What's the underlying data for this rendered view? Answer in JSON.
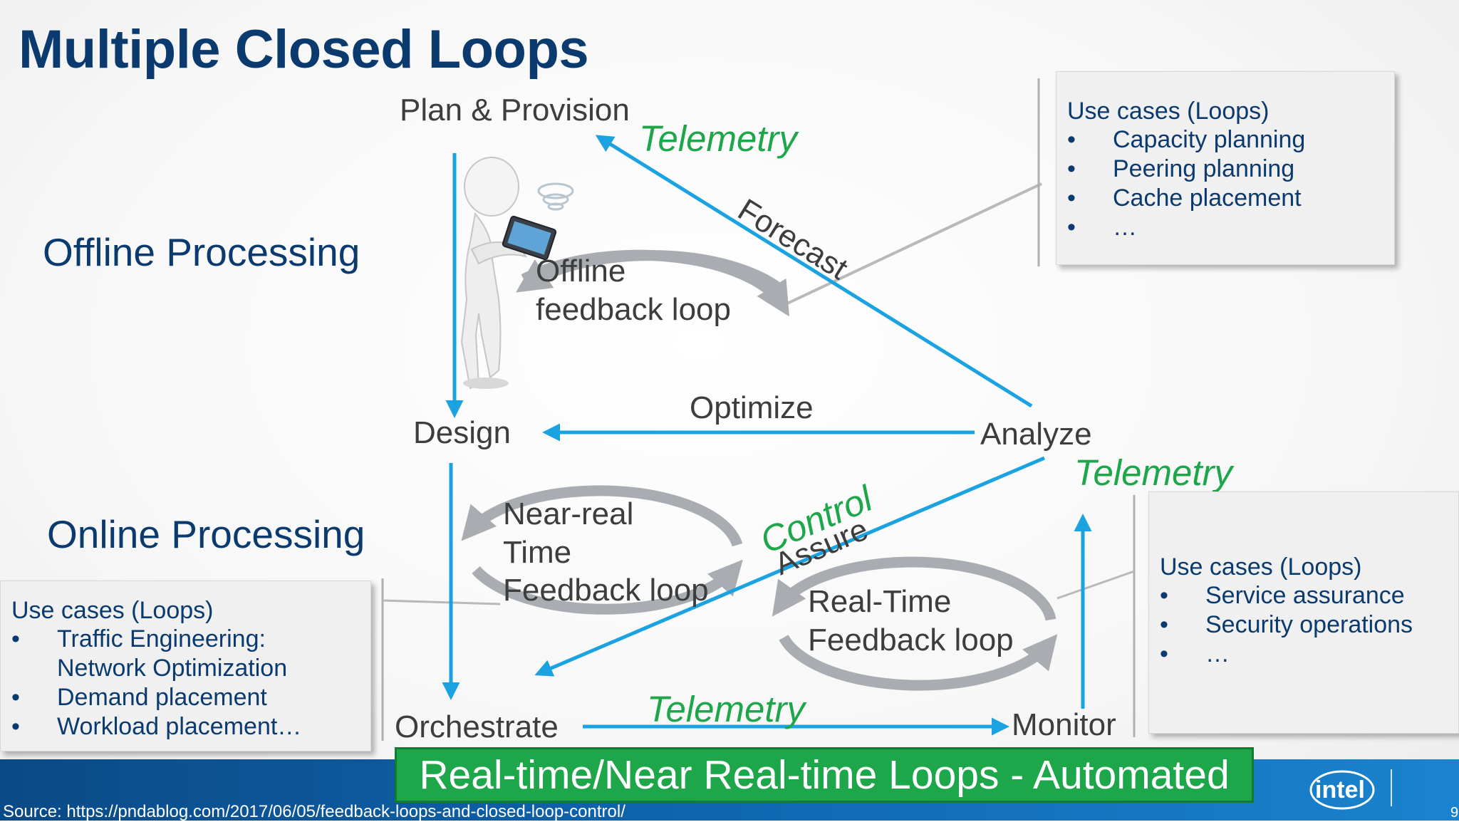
{
  "slide": {
    "title": "Multiple Closed Loops",
    "sections": {
      "offline": "Offline Processing",
      "online": "Online Processing"
    },
    "nodes": {
      "plan_provision": "Plan & Provision",
      "design": "Design",
      "analyze": "Analyze",
      "orchestrate": "Orchestrate",
      "monitor": "Monitor"
    },
    "edge_labels": {
      "telemetry_top": "Telemetry",
      "forecast": "Forecast",
      "optimize": "Optimize",
      "telemetry_right": "Telemetry",
      "control": "Control",
      "assure": "Assure",
      "telemetry_bottom": "Telemetry"
    },
    "loops": {
      "offline": [
        "Offline",
        "feedback loop"
      ],
      "near_real_time": [
        "Near-real",
        "Time",
        "Feedback loop"
      ],
      "real_time": [
        "Real-Time",
        "Feedback loop"
      ]
    },
    "use_cases": {
      "offline": {
        "title": "Use cases (Loops)",
        "items": [
          "Capacity planning",
          "Peering planning",
          "Cache placement",
          "…"
        ]
      },
      "online_left": {
        "title": "Use cases (Loops)",
        "items": [
          [
            "Traffic Engineering:",
            "Network Optimization"
          ],
          [
            "Demand placement"
          ],
          [
            "Workload placement…"
          ]
        ]
      },
      "online_right": {
        "title": "Use cases (Loops)",
        "items": [
          "Service assurance",
          "Security operations",
          "…"
        ]
      }
    },
    "bullet_char": "•",
    "banner": "Real-time/Near Real-time Loops - Automated",
    "source": "Source: https://pndablog.com/2017/06/05/feedback-loops-and-closed-loop-control/",
    "logo": "intel",
    "page_number": "9",
    "colors": {
      "title": "#0b3a6e",
      "arrow": "#1aa3e0",
      "telemetry": "#1ea64a",
      "banner": "#1ea64a",
      "loop": "#a9adb1"
    },
    "icons": [
      "person-with-tablet-icon",
      "wifi-signal-icon",
      "intel-logo"
    ]
  }
}
